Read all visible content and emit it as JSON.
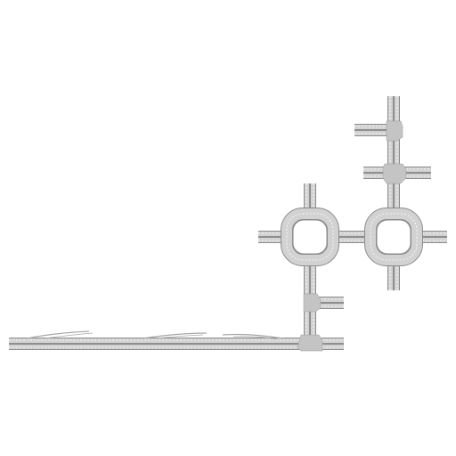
{
  "scene": {
    "background_color": "#ffffff",
    "road_color": "#d2d2d2",
    "road_edge_color": "#8c8c8c",
    "junction_color": "#c4c4c4",
    "lane_marking_color": "#ffffff",
    "center_line_color": "#4a4a4a"
  },
  "network": {
    "roads": 14,
    "junctions": 5,
    "roundabouts": 2
  }
}
